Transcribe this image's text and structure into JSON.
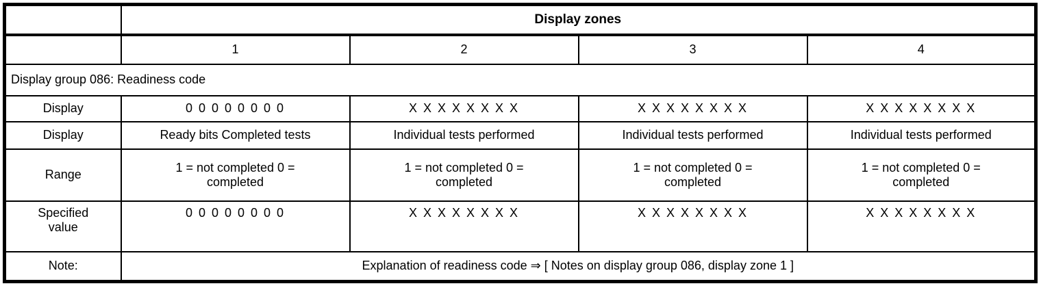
{
  "colors": {
    "border": "#000000",
    "background": "#ffffff",
    "text": "#000000"
  },
  "table": {
    "header": {
      "corner": "",
      "title": "Display zones"
    },
    "zones": [
      "1",
      "2",
      "3",
      "4"
    ],
    "group_title": "Display group 086: Readiness code",
    "rows": [
      {
        "label": "Display",
        "cells": [
          "0 0 0 0 0 0 0 0",
          "X X X X X X X X",
          "X X X X X X X X",
          "X X X X X X X X"
        ]
      },
      {
        "label": "Display",
        "cells": [
          "Ready bits Completed tests",
          "Individual tests performed",
          "Individual tests performed",
          "Individual tests performed"
        ]
      },
      {
        "label": "Range",
        "cells": [
          "1 = not completed 0 =\ncompleted",
          "1 = not completed 0 =\ncompleted",
          "1 = not completed 0 =\ncompleted",
          "1 = not completed 0 =\ncompleted"
        ]
      },
      {
        "label": "Specified\nvalue",
        "cells": [
          "0 0 0 0 0 0 0 0",
          "X X X X X X X X",
          "X X X X X X X X",
          "X X X X X X X X"
        ]
      }
    ],
    "note": {
      "label": "Note:",
      "text": "Explanation of readiness code ⇒ [ Notes on display group 086, display zone 1 ]"
    }
  }
}
